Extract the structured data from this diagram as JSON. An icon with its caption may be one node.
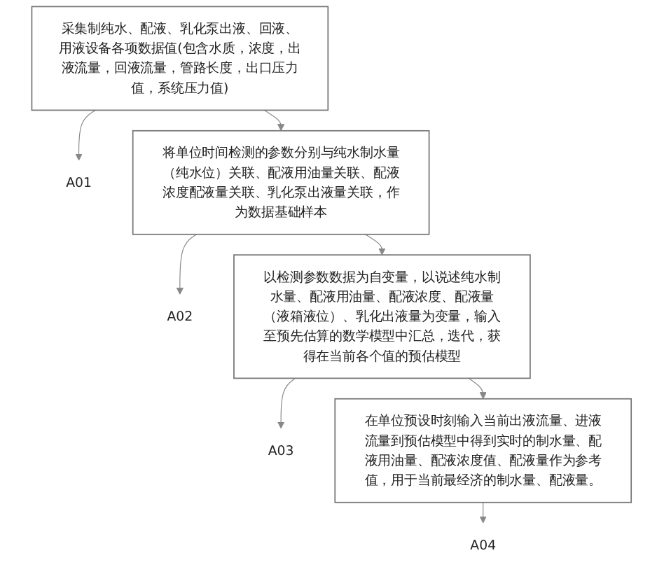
{
  "diagram": {
    "nodes": [
      {
        "text": [
          "采集制纯水、配液、乳化泵出液、回液、用液设备各项数据值(包含水质，浓度，出液流量，回液流量，管路长度，出口压力值，系统压力值)"
        ]
      },
      {
        "text": [
          "A01"
        ]
      },
      {
        "text": [
          "将单位时间检测的参数分别与纯水制水量（纯水位）关联、配液用油量关联、配液浓度配液量关联、乳化泵出液量关联，作为数据基础样本"
        ]
      },
      {
        "text": [
          "A02"
        ]
      },
      {
        "text": [
          "以检测参数数据为自变量，以说述纯水制水量、配液用油量、配液浓度、配液量（液箱液位）、乳化出液量为变量，输入至预先估算的数学模型中汇总，迭代，获得在当前各个值的预估模型"
        ]
      },
      {
        "text": [
          "A03"
        ]
      },
      {
        "text": [
          "在单位预设时刻输入当前出液流量、进液流量到预估模型中得到实时的制水量、配液用油量、配液浓度值、配液量作为参考值，用于当前最经济的制水量、配液量。"
        ]
      },
      {
        "text": [
          "A04"
        ]
      }
    ],
    "edges": [
      {
        "from": 0,
        "to": 2,
        "arrow": "to"
      },
      {
        "from": 2,
        "to": 4,
        "arrow": "to"
      },
      {
        "from": 4,
        "to": 6,
        "arrow": "to"
      },
      {
        "from": 0,
        "to": 1,
        "arrow": "to"
      },
      {
        "from": 2,
        "to": 3,
        "arrow": "to"
      },
      {
        "from": 4,
        "to": 5,
        "arrow": "to"
      },
      {
        "from": 6,
        "to": 7,
        "arrow": "to"
      }
    ]
  }
}
